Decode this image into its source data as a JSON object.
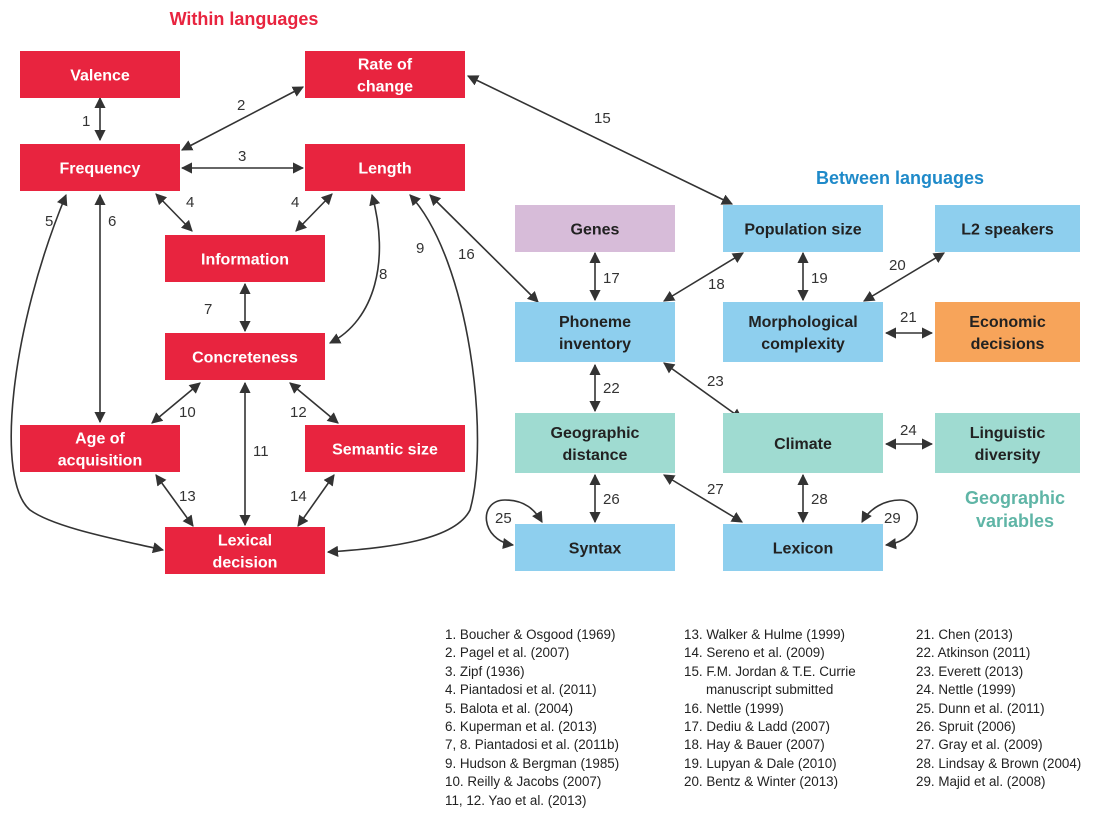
{
  "headings": {
    "within": "Within languages",
    "between": "Between languages",
    "geographic_line1": "Geographic",
    "geographic_line2": "variables"
  },
  "colors": {
    "within_red": "#e8243f",
    "between_blue": "#8ecfee",
    "geographic_teal": "#9fdbd1",
    "genes_purple": "#d7bcd9",
    "economic_orange": "#f7a45a",
    "heading_blue": "#1f8ac9",
    "heading_teal": "#5fb5a6"
  },
  "nodes": {
    "valence": [
      "Valence"
    ],
    "rate_of_change": [
      "Rate of",
      "change"
    ],
    "frequency": [
      "Frequency"
    ],
    "length": [
      "Length"
    ],
    "information": [
      "Information"
    ],
    "concreteness": [
      "Concreteness"
    ],
    "age_of_acquisition": [
      "Age of",
      "acquisition"
    ],
    "semantic_size": [
      "Semantic size"
    ],
    "lexical_decision": [
      "Lexical",
      "decision"
    ],
    "genes": [
      "Genes"
    ],
    "population_size": [
      "Population size"
    ],
    "l2_speakers": [
      "L2 speakers"
    ],
    "phoneme_inventory": [
      "Phoneme",
      "inventory"
    ],
    "morphological_complexity": [
      "Morphological",
      "complexity"
    ],
    "economic_decisions": [
      "Economic",
      "decisions"
    ],
    "geographic_distance": [
      "Geographic",
      "distance"
    ],
    "climate": [
      "Climate"
    ],
    "linguistic_diversity": [
      "Linguistic",
      "diversity"
    ],
    "syntax": [
      "Syntax"
    ],
    "lexicon": [
      "Lexicon"
    ]
  },
  "edge_labels": {
    "e1": "1",
    "e2": "2",
    "e3": "3",
    "e4a": "4",
    "e4b": "4",
    "e5": "5",
    "e6": "6",
    "e7": "7",
    "e8": "8",
    "e9": "9",
    "e10": "10",
    "e11": "11",
    "e12": "12",
    "e13": "13",
    "e14": "14",
    "e15": "15",
    "e16": "16",
    "e17": "17",
    "e18": "18",
    "e19": "19",
    "e20": "20",
    "e21": "21",
    "e22": "22",
    "e23": "23",
    "e24": "24",
    "e25": "25",
    "e26": "26",
    "e27": "27",
    "e28": "28",
    "e29": "29"
  },
  "references": {
    "col1": [
      "1. Boucher & Osgood (1969)",
      "2. Pagel et al. (2007)",
      "3. Zipf (1936)",
      "4. Piantadosi et al. (2011)",
      "5. Balota et al. (2004)",
      "6. Kuperman et al. (2013)",
      "7, 8. Piantadosi et al. (2011b)",
      "9. Hudson & Bergman (1985)",
      "10. Reilly & Jacobs (2007)",
      "11, 12. Yao et al. (2013)"
    ],
    "col2": [
      "13. Walker & Hulme (1999)",
      "14. Sereno et al. (2009)",
      "15. F.M. Jordan & T.E. Currie",
      "manuscript submitted",
      "16. Nettle (1999)",
      "17. Dediu & Ladd (2007)",
      "18. Hay & Bauer (2007)",
      "19. Lupyan & Dale (2010)",
      "20. Bentz & Winter (2013)"
    ],
    "col3": [
      "21. Chen (2013)",
      "22. Atkinson (2011)",
      "23. Everett (2013)",
      "24. Nettle (1999)",
      "25. Dunn et al. (2011)",
      "26. Spruit (2006)",
      "27. Gray et al. (2009)",
      "28. Lindsay & Brown (2004)",
      "29. Majid et al. (2008)"
    ]
  }
}
